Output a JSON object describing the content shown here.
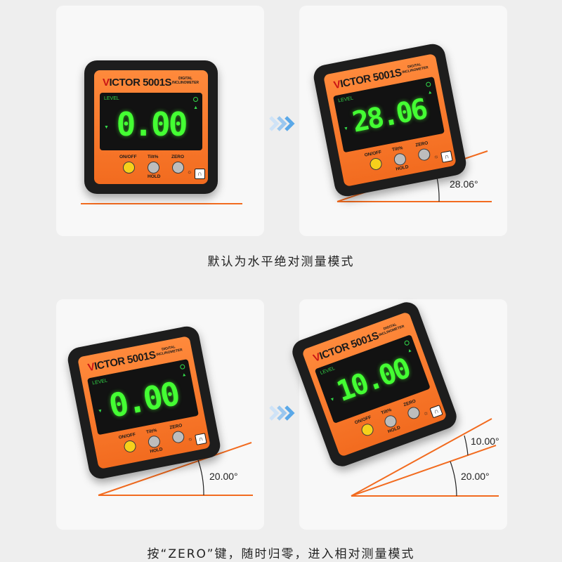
{
  "captions": {
    "top": "默认为水平绝对测量模式",
    "bottom": "按“ZERO”键，随时归零，进入相对测量模式"
  },
  "device": {
    "brand_prefix": "V",
    "brand_rest": "ICTOR 5001S",
    "subbrand_line1": "DIGITAL",
    "subbrand_line2": "INCLINOMETER",
    "level_label": "LEVEL",
    "btn_onoff": "ON/OFF",
    "btn_tilt": "Tilt%",
    "btn_hold": "HOLD",
    "btn_zero": "ZERO"
  },
  "readings": {
    "panel1": "0.00",
    "panel2": "28.06",
    "panel3": "0.00",
    "panel4": "10.00"
  },
  "angles": {
    "panel2": "28.06°",
    "panel3": "20.00°",
    "panel4_relative": "10.00°",
    "panel4_base": "20.00°"
  },
  "colors": {
    "orange": "#f26b1f",
    "lcd_green": "#44ff33",
    "shell": "#1d1d1d",
    "arrow_blue": "#5aa8e8"
  }
}
